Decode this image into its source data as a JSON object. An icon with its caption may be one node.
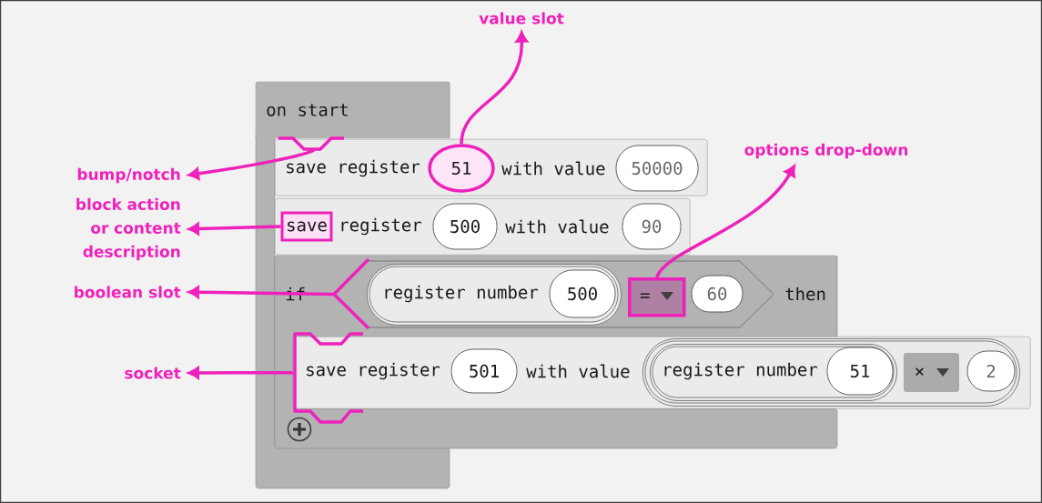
{
  "diagram": {
    "nodes": [
      {
        "text": [
          "value slot"
        ]
      },
      {
        "text": [
          "options drop-down"
        ]
      },
      {
        "text": [
          "bump/notch"
        ]
      },
      {
        "text": [
          "block action or content description"
        ]
      },
      {
        "text": [
          "boolean slot"
        ]
      },
      {
        "text": [
          "socket"
        ]
      },
      {
        "text": [
          "on start"
        ]
      },
      {
        "text": [
          "save register",
          "with value"
        ]
      },
      {
        "text": [
          "51"
        ],
        "in": 7
      },
      {
        "text": [
          "50000"
        ],
        "in": 7
      },
      {
        "text": [
          "register",
          "with value"
        ]
      },
      {
        "text": [
          "save"
        ],
        "in": 10
      },
      {
        "text": [
          "500"
        ],
        "in": 10
      },
      {
        "text": [
          "90"
        ],
        "in": 10
      },
      {
        "text": [
          "if",
          "then"
        ]
      },
      {
        "text": [],
        "shape": "hexagon",
        "in": 14
      },
      {
        "text": [
          "register number"
        ],
        "in": 15
      },
      {
        "text": [
          "500"
        ],
        "in": 16
      },
      {
        "text": [
          "="
        ],
        "in": 15
      },
      {
        "text": [
          "60"
        ],
        "in": 15
      },
      {
        "text": [
          "save register",
          "with value"
        ]
      },
      {
        "text": [
          "501"
        ],
        "in": 20
      },
      {
        "text": [],
        "shape": "pill",
        "in": 20
      },
      {
        "text": [
          "register number"
        ],
        "in": 22
      },
      {
        "text": [
          "51"
        ],
        "in": 23
      },
      {
        "text": [
          "×"
        ],
        "in": 22
      },
      {
        "text": [
          "2"
        ],
        "in": 22
      }
    ],
    "edges": [
      {
        "from": 8,
        "to": 0,
        "arrow": "to"
      },
      {
        "from": 18,
        "to": 1,
        "arrow": "to"
      },
      {
        "from": 7,
        "to": 2,
        "arrow": "to"
      },
      {
        "from": 11,
        "to": 3,
        "arrow": "to"
      },
      {
        "from": 15,
        "to": 4,
        "arrow": "to"
      },
      {
        "from": 20,
        "to": 5,
        "arrow": "to"
      }
    ]
  }
}
